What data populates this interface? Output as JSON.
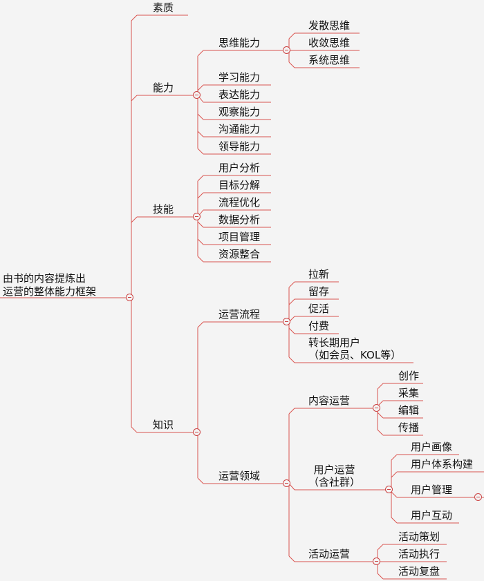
{
  "line_color": "#d9534f",
  "root": {
    "line1": "由书的内容提炼出",
    "line2": "运营的整体能力框架"
  },
  "level1": {
    "suzhi": "素质",
    "nengli": "能力",
    "jineng": "技能",
    "zhishi": "知识"
  },
  "nengli": {
    "siwei": "思维能力",
    "siwei_children": [
      "发散思维",
      "收敛思维",
      "系统思维"
    ],
    "others": [
      "学习能力",
      "表达能力",
      "观察能力",
      "沟通能力",
      "领导能力"
    ]
  },
  "jineng": [
    "用户分析",
    "目标分解",
    "流程优化",
    "数据分析",
    "项目管理",
    "资源整合"
  ],
  "zhishi": {
    "liucheng": "运营流程",
    "liucheng_children": [
      "拉新",
      "留存",
      "促活",
      "付费"
    ],
    "long_term": {
      "line1": "转长期用户",
      "line2": "（如会员、KOL等）"
    },
    "lingyu": "运营领域",
    "neirong": "内容运营",
    "neirong_children": [
      "创作",
      "采集",
      "编辑",
      "传播"
    ],
    "yonghu": {
      "line1": "用户运营",
      "line2": "（含社群）"
    },
    "yonghu_children": [
      "用户画像",
      "用户体系构建",
      "用户管理",
      "用户互动"
    ],
    "huodong": "活动运营",
    "huodong_children": [
      "活动策划",
      "活动执行",
      "活动复盘"
    ]
  }
}
